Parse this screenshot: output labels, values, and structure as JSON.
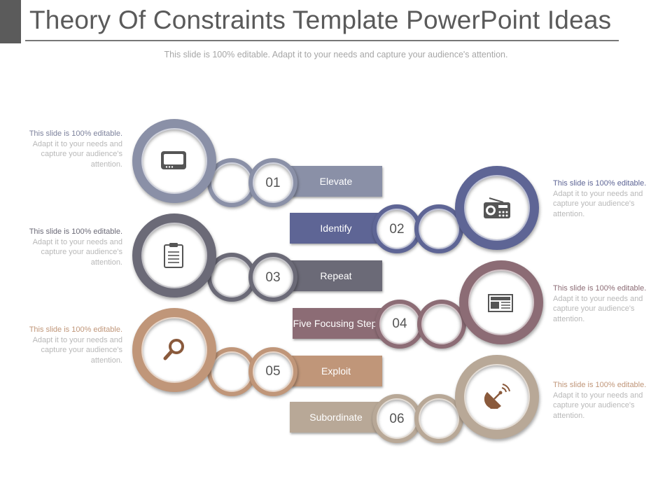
{
  "header": {
    "title": "Theory Of Constraints Template PowerPoint Ideas",
    "subtitle": "This slide is 100% editable. Adapt it to your needs and capture your audience's attention."
  },
  "colors": {
    "step1": "#8a90a7",
    "step2": "#5e6595",
    "step3": "#6b6a77",
    "step4": "#8c6c75",
    "step5": "#c09679",
    "step6": "#b8a897"
  },
  "steps": [
    {
      "number": "01",
      "label": "Elevate",
      "icon": "monitor-icon",
      "desc_highlight": "This slide is 100% editable.",
      "desc_body": "Adapt it to your needs and capture your audience's attention."
    },
    {
      "number": "02",
      "label": "Identify",
      "icon": "radio-icon",
      "desc_highlight": "This slide is 100% editable.",
      "desc_body": "Adapt it to your needs and capture your audience's attention."
    },
    {
      "number": "03",
      "label": "Repeat",
      "icon": "clipboard-icon",
      "desc_highlight": "This slide is 100% editable.",
      "desc_body": "Adapt it to your needs and capture your audience's attention."
    },
    {
      "number": "04",
      "label": "Five Focusing Steps",
      "icon": "newspaper-icon",
      "desc_highlight": "This slide is 100% editable.",
      "desc_body": "Adapt it to your needs and capture your audience's attention."
    },
    {
      "number": "05",
      "label": "Exploit",
      "icon": "magnifier-icon",
      "desc_highlight": "This slide is 100% editable.",
      "desc_body": "Adapt it to your needs and capture your audience's attention."
    },
    {
      "number": "06",
      "label": "Subordinate",
      "icon": "satellite-dish-icon",
      "desc_highlight": "This slide is 100% editable.",
      "desc_body": "Adapt it to your needs and capture your audience's attention."
    }
  ]
}
